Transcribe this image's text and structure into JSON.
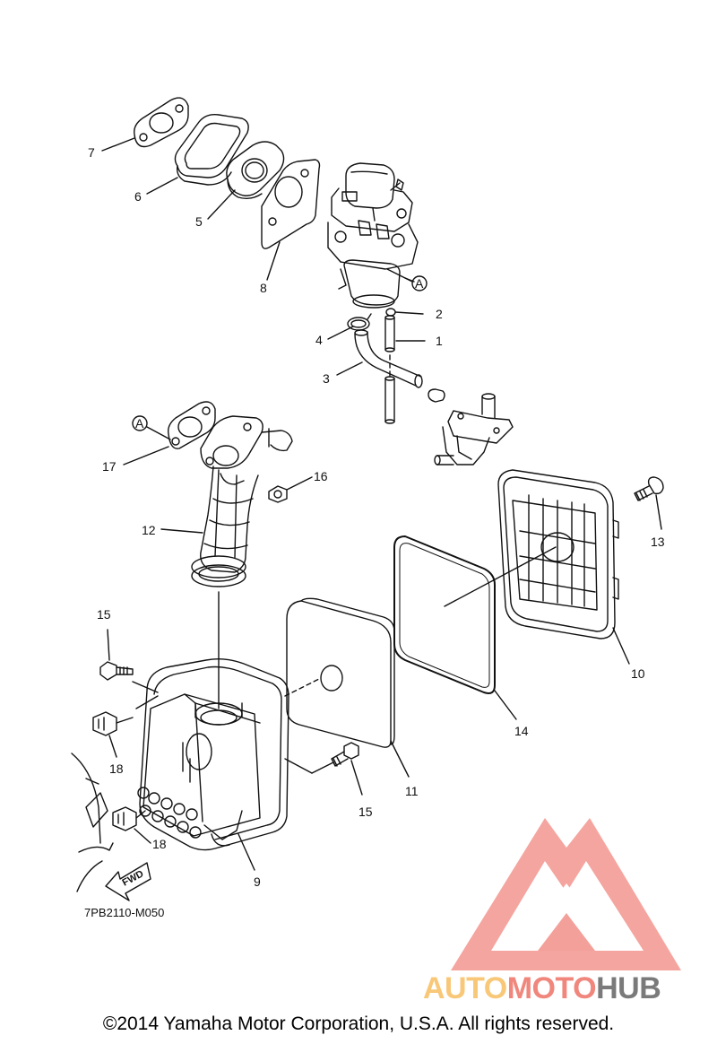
{
  "diagram": {
    "callouts": [
      "1",
      "2",
      "3",
      "4",
      "5",
      "6",
      "7",
      "8",
      "9",
      "10",
      "11",
      "12",
      "13",
      "14",
      "15",
      "15",
      "16",
      "17",
      "18",
      "18"
    ],
    "reference_marks": [
      "A",
      "A"
    ],
    "direction_label": "FWD",
    "drawing_code": "7PB2110-M050"
  },
  "watermark": {
    "brand_part1": "AUTO",
    "brand_part2": "MOTO",
    "brand_part3": "HUB",
    "colors": {
      "triangle": "#f4a09a",
      "auto": "#f8c878",
      "moto": "#f0867c",
      "hub": "#7a7a7a"
    }
  },
  "footer": {
    "copyright": "©2014 Yamaha Motor Corporation, U.S.A. All rights reserved."
  }
}
